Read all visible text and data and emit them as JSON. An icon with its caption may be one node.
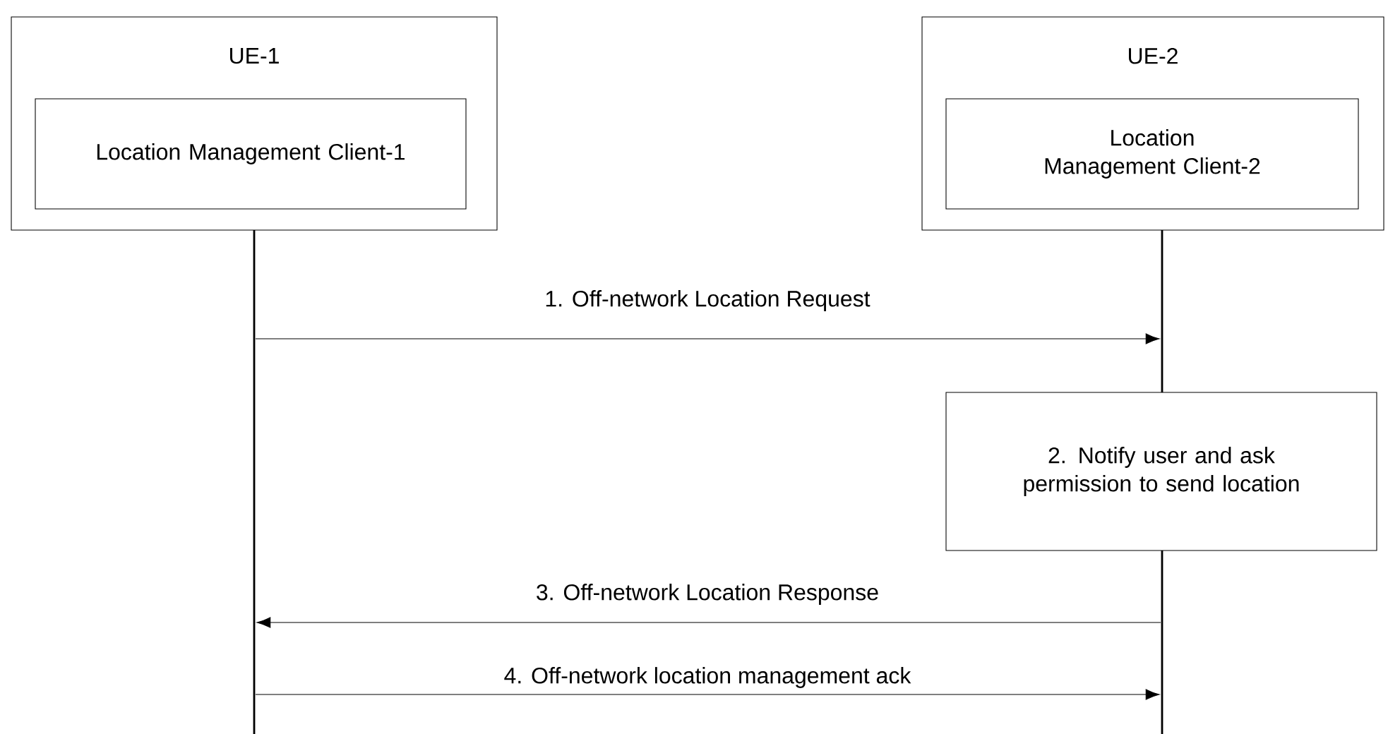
{
  "diagram": {
    "nodes": [
      {
        "text": [
          "UE-1"
        ]
      },
      {
        "text": [
          "Location Management Client-1"
        ],
        "in": 0
      },
      {
        "text": [
          "UE-2"
        ]
      },
      {
        "text": [
          "Location Management Client-2"
        ],
        "in": 2
      },
      {
        "text": [
          "2. Notify user and ask permission to send location"
        ]
      },
      {
        "text": [],
        "shape": "bar"
      },
      {
        "text": [],
        "shape": "bar"
      },
      {
        "text": [],
        "shape": "bar"
      }
    ],
    "edges": [
      {
        "from": 5,
        "to": 6,
        "arrow": "to",
        "label": "1. Off-network Location Request"
      },
      {
        "from": 7,
        "to": 5,
        "arrow": "to",
        "label": "3. Off-network Location Response"
      },
      {
        "from": 5,
        "to": 7,
        "arrow": "to",
        "label": "4. Off-network location management ack"
      }
    ]
  }
}
